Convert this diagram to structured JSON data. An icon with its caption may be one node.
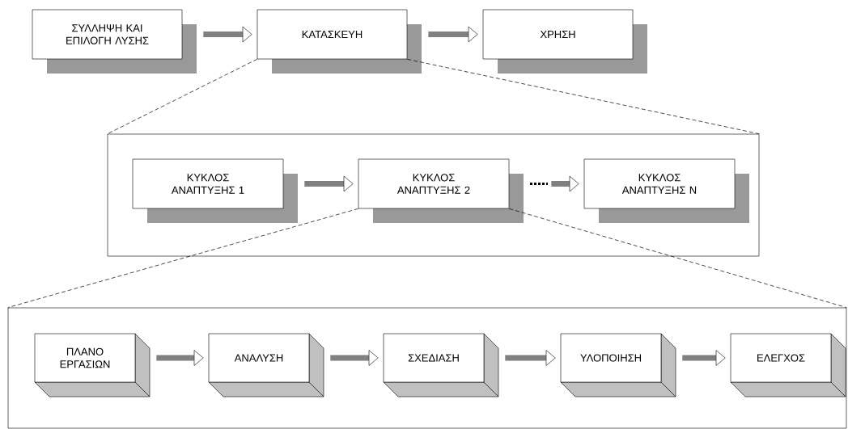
{
  "diagram": {
    "nodes": [
      {
        "text": [
          "ΣΥΛΛΗΨΗ ΚΑΙ ΕΠΙΛΟΓΗ ΛΥΣΗΣ"
        ]
      },
      {
        "text": [
          "ΚΑΤΑΣΚΕΥΗ"
        ]
      },
      {
        "text": [
          "ΧΡΗΣΗ"
        ]
      },
      {
        "text": [],
        "shape": "box"
      },
      {
        "text": [
          "ΚΥΚΛΟΣ ΑΝΑΠΤΥΞΗΣ 1"
        ],
        "in": 3
      },
      {
        "text": [
          "ΚΥΚΛΟΣ ΑΝΑΠΤΥΞΗΣ 2"
        ],
        "in": 3
      },
      {
        "text": [
          "ΚΥΚΛΟΣ ΑΝΑΠΤΥΞΗΣ N"
        ],
        "in": 3
      },
      {
        "text": [],
        "shape": "box"
      },
      {
        "text": [
          "ΠΛΑΝΟ ΕΡΓΑΣΙΩΝ"
        ],
        "in": 7
      },
      {
        "text": [
          "ΑΝΑΛΥΣΗ"
        ],
        "in": 7
      },
      {
        "text": [
          "ΣΧΕΔΙΑΣΗ"
        ],
        "in": 7
      },
      {
        "text": [
          "ΥΛΟΠΟΙΗΣΗ"
        ],
        "in": 7
      },
      {
        "text": [
          "ΕΛΕΓΧΟΣ"
        ],
        "in": 7
      }
    ],
    "edges": [
      {
        "from": 0,
        "to": 1,
        "arrow": "to"
      },
      {
        "from": 1,
        "to": 2,
        "arrow": "to"
      },
      {
        "from": 1,
        "to": 3,
        "arrow": "none",
        "style": "dashed",
        "color": "#000000"
      },
      {
        "from": 1,
        "to": 3,
        "arrow": "none",
        "style": "dashed",
        "color": "#000000"
      },
      {
        "from": 4,
        "to": 5,
        "arrow": "to"
      },
      {
        "from": 5,
        "to": 6,
        "arrow": "to"
      },
      {
        "from": 5,
        "to": 7,
        "arrow": "none",
        "style": "dashed",
        "color": "#000000"
      },
      {
        "from": 5,
        "to": 7,
        "arrow": "none",
        "style": "dashed",
        "color": "#000000"
      },
      {
        "from": 8,
        "to": 9,
        "arrow": "to"
      },
      {
        "from": 9,
        "to": 10,
        "arrow": "to"
      },
      {
        "from": 10,
        "to": 11,
        "arrow": "to"
      },
      {
        "from": 11,
        "to": 12,
        "arrow": "to"
      }
    ]
  }
}
